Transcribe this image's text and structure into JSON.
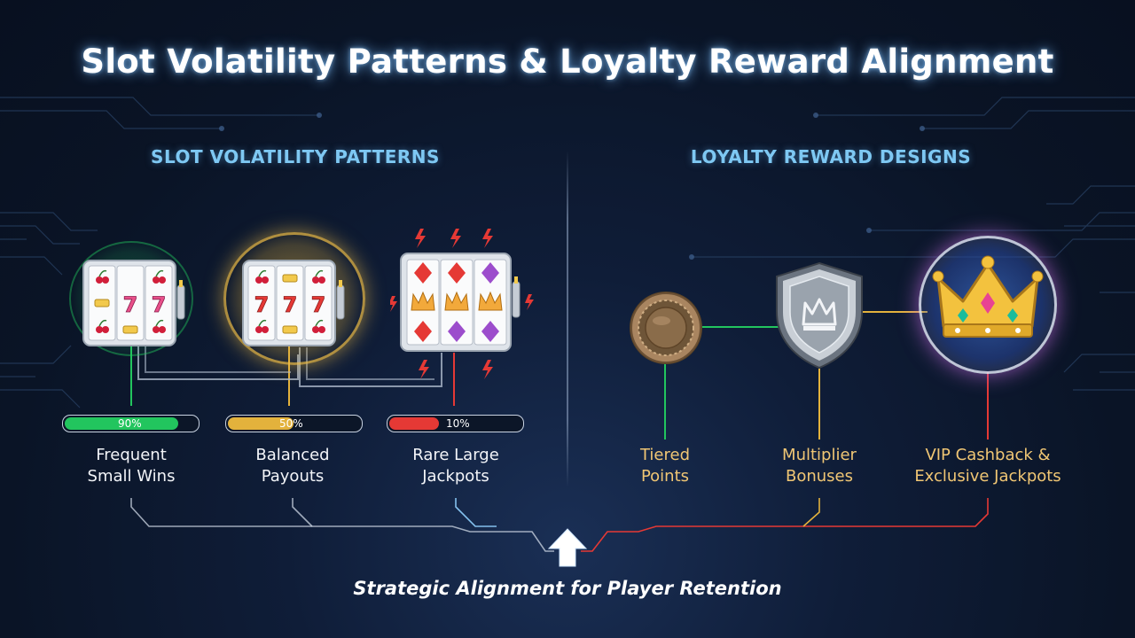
{
  "title": "Slot Volatility Patterns & Loyalty Reward Alignment",
  "left_section": {
    "heading": "SLOT VOLATILITY PATTERNS",
    "items": [
      {
        "line1": "Frequent",
        "line2": "Small Wins",
        "percent_label": "90%",
        "percent": 90,
        "color": "#22c55e",
        "symbols": "cherry-seven-cherry-icons"
      },
      {
        "line1": "Balanced",
        "line2": "Payouts",
        "percent_label": "50%",
        "percent": 50,
        "color": "#e3b23c",
        "symbols": "cherry-seven-cherry-icons"
      },
      {
        "line1": "Rare Large",
        "line2": "Jackpots",
        "percent_label": "10%",
        "percent": 10,
        "color": "#e53935",
        "symbols": "gem-crown-gem-icons"
      }
    ]
  },
  "right_section": {
    "heading": "LOYALTY REWARD DESIGNS",
    "items": [
      {
        "line1": "Tiered",
        "line2": "Points",
        "icon": "coin-icon",
        "color": "#22c55e"
      },
      {
        "line1": "Multiplier",
        "line2": "Bonuses",
        "icon": "shield-crown-icon",
        "color": "#e3b23c"
      },
      {
        "line1": "VIP Cashback &",
        "line2": "Exclusive Jackpots",
        "icon": "gold-crown-icon",
        "color": "#e53935"
      }
    ]
  },
  "bottom_caption": "Strategic Alignment for Player Retention",
  "colors": {
    "background": "#0d1a33",
    "heading_blue": "#7ec8f3",
    "green": "#22c55e",
    "gold": "#e3b23c",
    "red": "#e53935",
    "label_gold": "#f0c674"
  }
}
